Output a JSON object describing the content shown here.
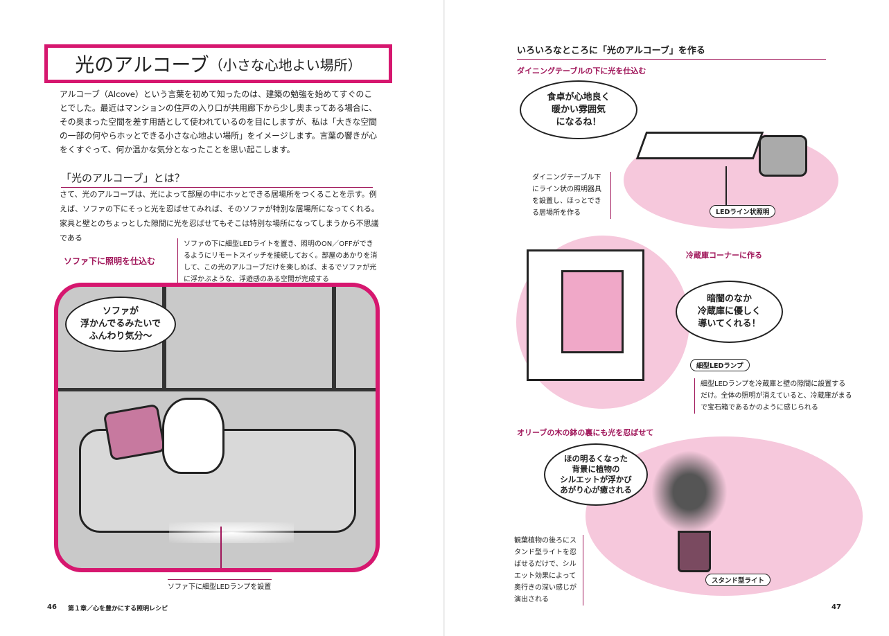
{
  "left_page": {
    "title": "光のアルコーブ",
    "title_sub": "（小さな心地よい場所）",
    "intro": "アルコーブ（Alcove）という言葉を初めて知ったのは、建築の勉強を始めてすぐのことでした。最近はマンションの住戸の入り口が共用廊下から少し奥まってある場合に、その奥まった空間を差す用語として使われているのを目にしますが、私は「大きな空間の一部の何やらホッとできる小さな心地よい場所」をイメージします。言葉の響きが心をくすぐって、何か温かな気分となったことを思い起こします。",
    "section_heading": "「光のアルコーブ」とは？",
    "section_body": "さて、光のアルコーブは、光によって部屋の中にホッとできる居場所をつくることを示す。例えば、ソファの下にそっと光を忍ばせてみれば、そのソファが特別な居場所になってくれる。家具と壁とのちょっとした隙間に光を忍ばせてもそこは特別な場所になってしまうから不思議である",
    "sofa_heading": "ソファ下に照明を仕込む",
    "sofa_caption": "ソファの下に細型LEDライトを置き、照明のON／OFFができるようにリモートスイッチを接続しておく。部屋のあかりを消して、この光のアルコーブだけを楽しめば、まるでソファが光に浮かぶような、浮遊感のある空間が完成する",
    "sofa_bubble": "ソファが\n浮かんでるみたいで\nふんわり気分〜",
    "sofa_label": "ソファ下に細型LEDランプを設置",
    "page_number": "46",
    "chapter": "第１章／心を豊かにする照明レシピ"
  },
  "right_page": {
    "header": "いろいろなところに「光のアルコーブ」を作る",
    "dining_heading": "ダイニングテーブルの下に光を仕込む",
    "dining_bubble": "食卓が心地良く\n暖かい雰囲気\nになるね！",
    "dining_caption": "ダイニングテーブル下にライン状の照明器具を設置し、ほっとできる居場所を作る",
    "dining_tag": "LEDライン状照明",
    "fridge_heading": "冷蔵庫コーナーに作る",
    "fridge_bubble": "暗闇のなか\n冷蔵庫に優しく\n導いてくれる！",
    "fridge_tag": "細型LEDランプ",
    "fridge_caption": "細型LEDランプを冷蔵庫と壁の隙間に設置するだけ。全体の照明が消えていると、冷蔵庫がまるで宝石箱であるかのように感じられる",
    "olive_heading": "オリーブの木の鉢の裏にも光を忍ばせて",
    "olive_bubble": "ほの明るくなった\n背景に植物の\nシルエットが浮かび\nあがり心が癒される",
    "olive_caption": "観葉植物の後ろにスタンド型ライトを忍ばせるだけで、シルエット効果によって奥行きの深い感じが演出される",
    "olive_tag": "スタンド型ライト",
    "page_number": "47"
  },
  "colors": {
    "accent": "#d6176f",
    "heading": "#a0165a",
    "pink": "#f6c8dc"
  }
}
